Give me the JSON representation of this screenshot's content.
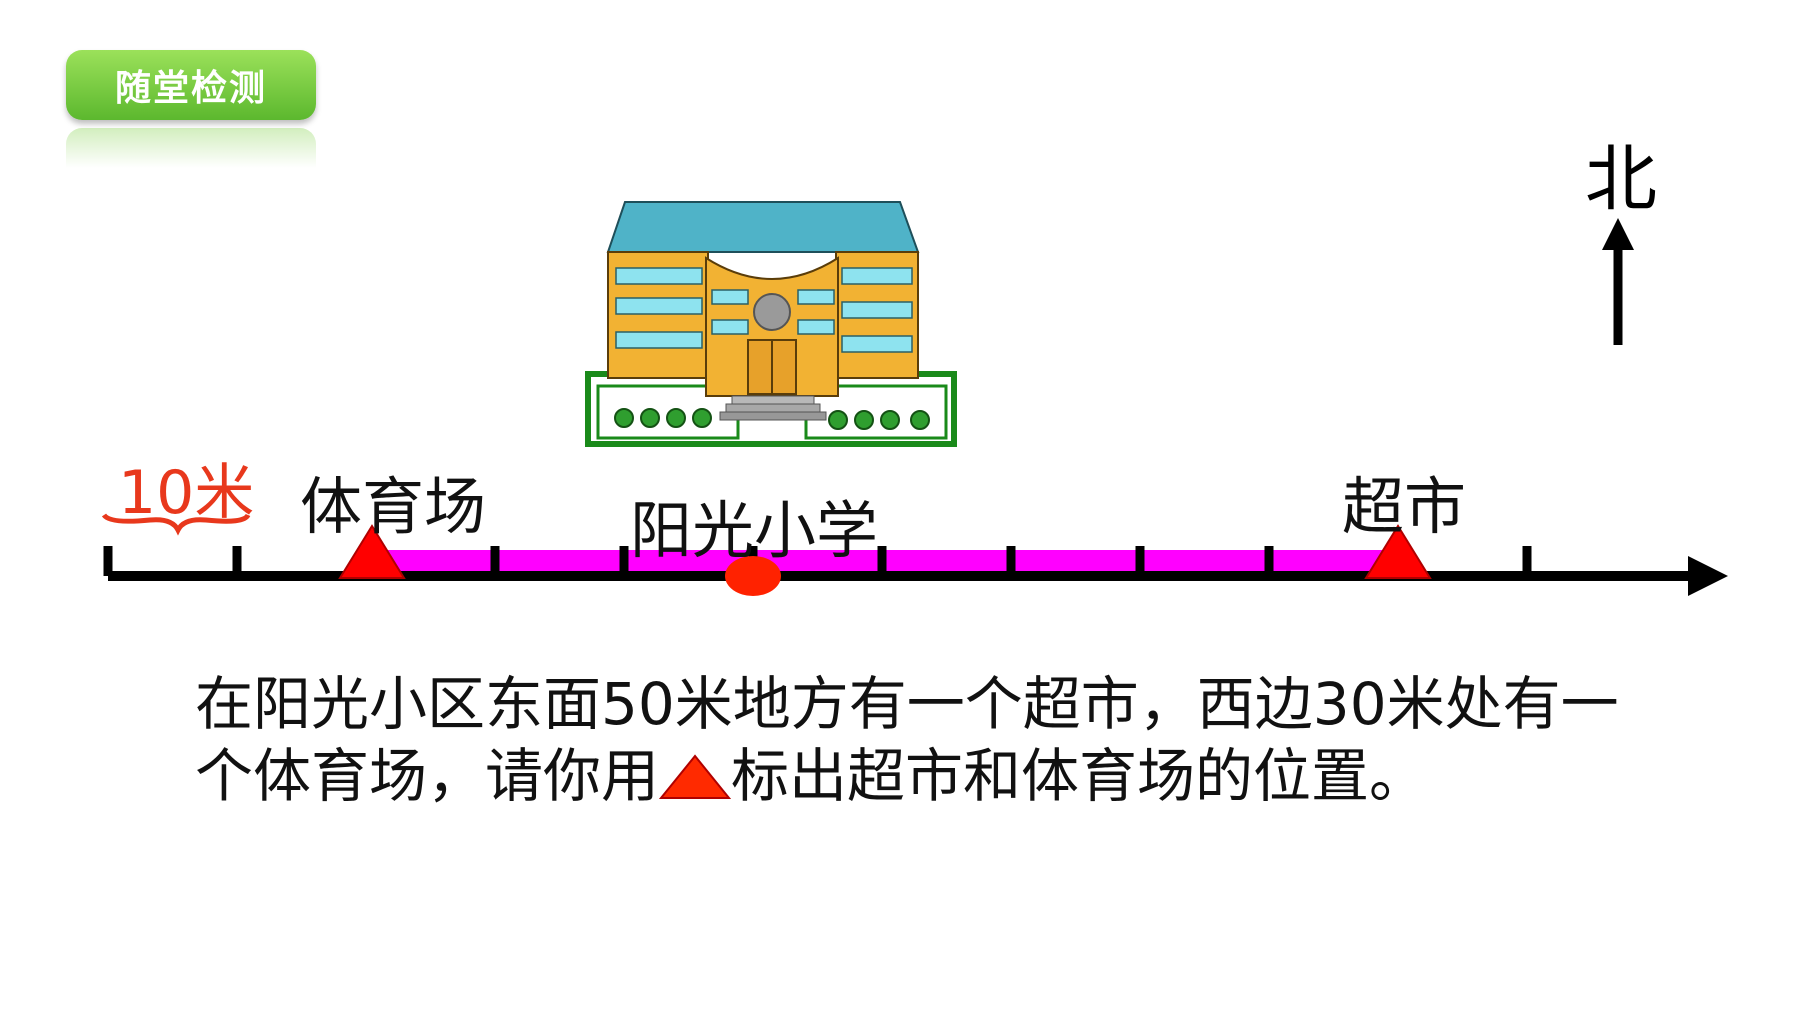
{
  "badge": {
    "label": "随堂检测"
  },
  "compass": {
    "label": "北"
  },
  "line": {
    "scale_label": "10米",
    "stadium_label": "体育场",
    "school_label": "阳光小学",
    "supermarket_label": "超市"
  },
  "question": {
    "part1": "在阳光小区东面50米地方有一个超市，西边30米处有一个体育场，请你用",
    "part2": "标出超市和体育场的位置。"
  },
  "colors": {
    "segment": "#ff00ff",
    "marker": "#ff0000",
    "scale_text": "#e8381c",
    "badge": "#6cc236"
  },
  "icons": [
    "school-building-icon",
    "north-arrow-icon",
    "triangle-marker-icon",
    "school-point-icon"
  ]
}
